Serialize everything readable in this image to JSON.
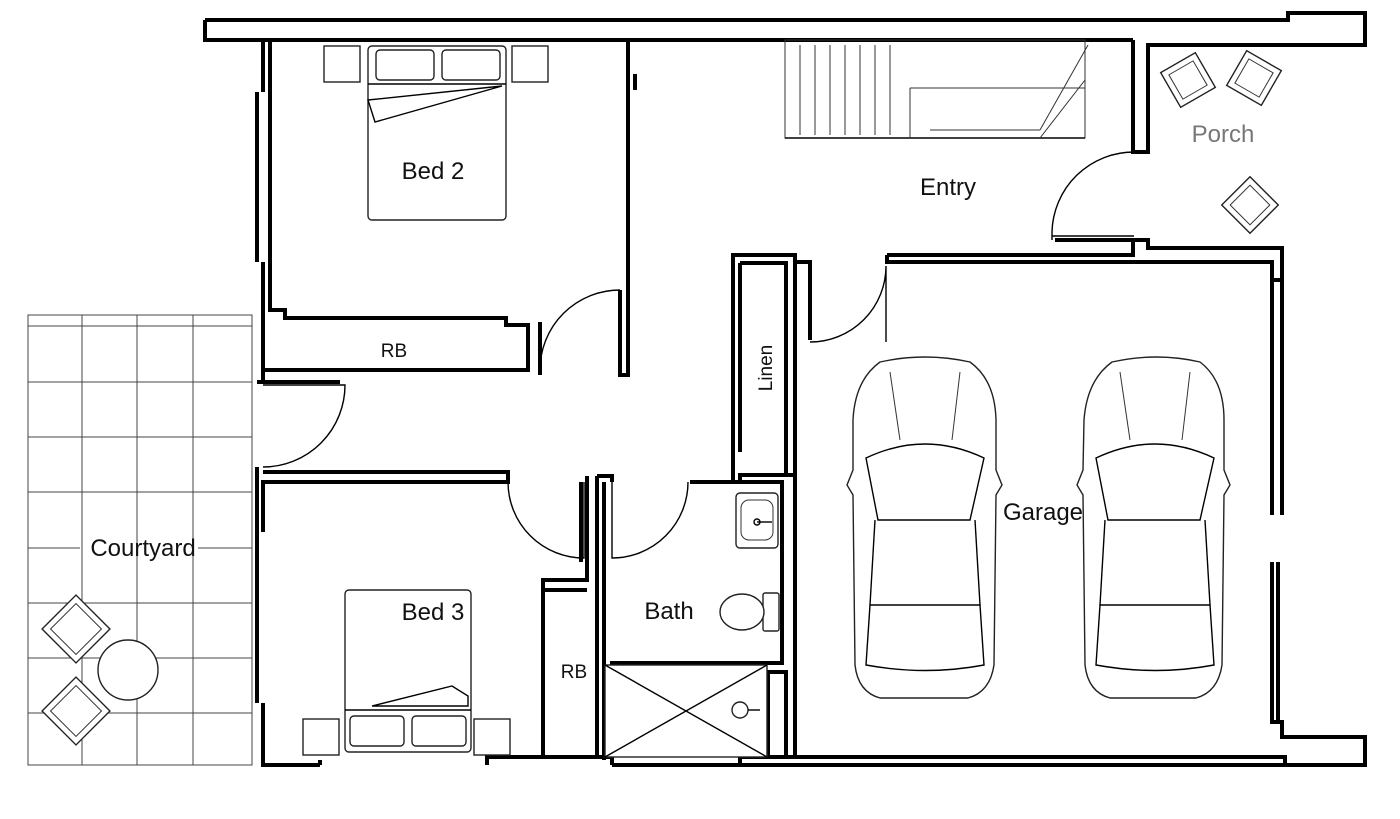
{
  "labels": {
    "bed2": "Bed 2",
    "bed3": "Bed 3",
    "rb_bed2": "RB",
    "rb_bed3": "RB",
    "entry": "Entry",
    "porch": "Porch",
    "linen": "Linen",
    "garage": "Garage",
    "bath": "Bath",
    "courtyard": "Courtyard"
  },
  "colors": {
    "wall": "#000000",
    "porch_label": "#777777",
    "background": "#ffffff"
  }
}
